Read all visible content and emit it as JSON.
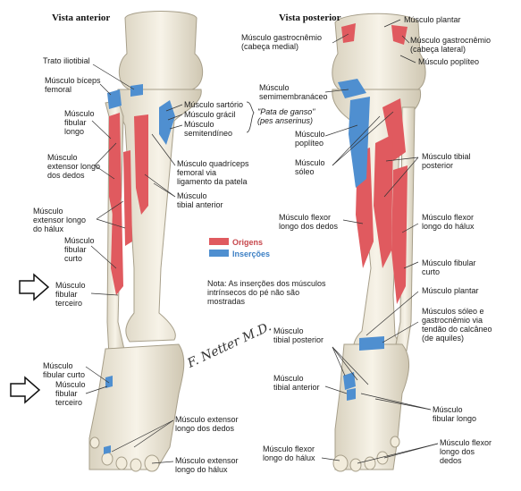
{
  "titles": {
    "anterior": "Vista anterior",
    "posterior": "Vista posterior"
  },
  "legend": {
    "origins": {
      "label": "Origens",
      "color": "#e05a5f"
    },
    "insertions": {
      "label": "Inserções",
      "color": "#4f8fd0"
    }
  },
  "note": "Nota: As inserções dos músculos\nintrínsecos do pé não são\nmostradas",
  "signature": "F. Netter M.D.",
  "anterior_labels": {
    "trato": "Trato iliotibial",
    "biceps": "Músculo bíceps\nfemoral",
    "fibular_longo": "Músculo\nfibular\nlongo",
    "ext_dedos": "Músculo\nextensor longo\ndos dedos",
    "ext_halux": "Músculo\nextensor longo\ndo hálux",
    "fibular_curto": "Músculo\nfibular\ncurto",
    "fibular_terceiro": "Músculo\nfibular\nterceiro",
    "sartorio": "Músculo sartório",
    "gracil": "Músculo grácil",
    "semitendineo": "Músculo\nsemitendíneo",
    "pata": "\"Pata de ganso\"\n(pes anserinus)",
    "quadriceps": "Músculo quadríceps\nfemoral via\nligamento da patela",
    "tibial_anterior": "Músculo\ntibial anterior",
    "fibular_curto_pe": "Músculo\nfibular curto",
    "fibular_terceiro_pe": "Músculo\nfibular\nterceiro",
    "ext_dedos_pe": "Músculo extensor\nlongo dos dedos",
    "ext_halux_pe": "Músculo extensor\nlongo do hálux"
  },
  "posterior_labels": {
    "plantar_top": "Músculo plantar",
    "gastro_medial": "Músculo gastrocnêmio\n(cabeça medial)",
    "gastro_lateral": "Músculo gastrocnêmio\n(cabeça lateral)",
    "popliteo_top": "Músculo poplíteo",
    "semimembranaceo": "Músculo\nsemimembranáceo",
    "popliteo": "Músculo\npoplíteo",
    "soleo": "Músculo\nsóleo",
    "tibial_posterior": "Músculo tibial\nposterior",
    "flexor_dedos": "Músculo flexor\nlongo dos dedos",
    "flexor_halux": "Músculo flexor\nlongo do hálux",
    "fibular_curto": "Músculo fibular\ncurto",
    "plantar": "Músculo plantar",
    "soleo_gastro": "Músculos sóleo e\ngastrocnêmio via\ntendão do calcâneo\n(de aquiles)",
    "tibial_post_pe": "Músculo\ntibial posterior",
    "tibial_ant_pe": "Músculo\ntibial anterior",
    "fibular_longo_pe": "Músculo\nfibular longo",
    "flexor_halux_pe": "Músculo flexor\nlongo do hálux",
    "flexor_dedos_pe": "Músculo flexor\nlongo dos\ndedos"
  }
}
